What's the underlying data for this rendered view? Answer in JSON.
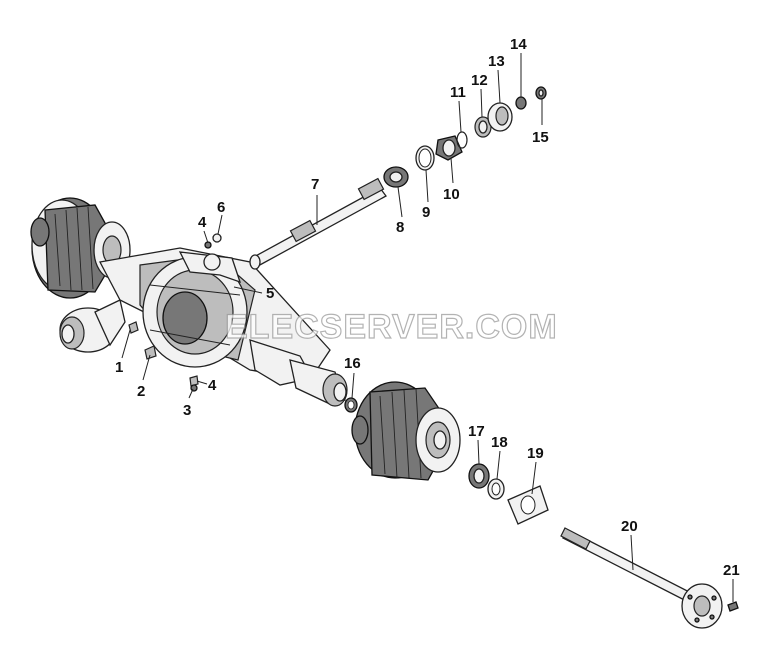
{
  "watermark": "ELECSERVER.COM",
  "callouts": [
    {
      "id": "1",
      "text": "1"
    },
    {
      "id": "2",
      "text": "2"
    },
    {
      "id": "3",
      "text": "3"
    },
    {
      "id": "4a",
      "text": "4"
    },
    {
      "id": "4b",
      "text": "4"
    },
    {
      "id": "5",
      "text": "5"
    },
    {
      "id": "6",
      "text": "6"
    },
    {
      "id": "7",
      "text": "7"
    },
    {
      "id": "8",
      "text": "8"
    },
    {
      "id": "9",
      "text": "9"
    },
    {
      "id": "10",
      "text": "10"
    },
    {
      "id": "11",
      "text": "11"
    },
    {
      "id": "12",
      "text": "12"
    },
    {
      "id": "13",
      "text": "13"
    },
    {
      "id": "14",
      "text": "14"
    },
    {
      "id": "15",
      "text": "15"
    },
    {
      "id": "16",
      "text": "16"
    },
    {
      "id": "17",
      "text": "17"
    },
    {
      "id": "18",
      "text": "18"
    },
    {
      "id": "19",
      "text": "19"
    },
    {
      "id": "20",
      "text": "20"
    },
    {
      "id": "21",
      "text": "21"
    }
  ]
}
